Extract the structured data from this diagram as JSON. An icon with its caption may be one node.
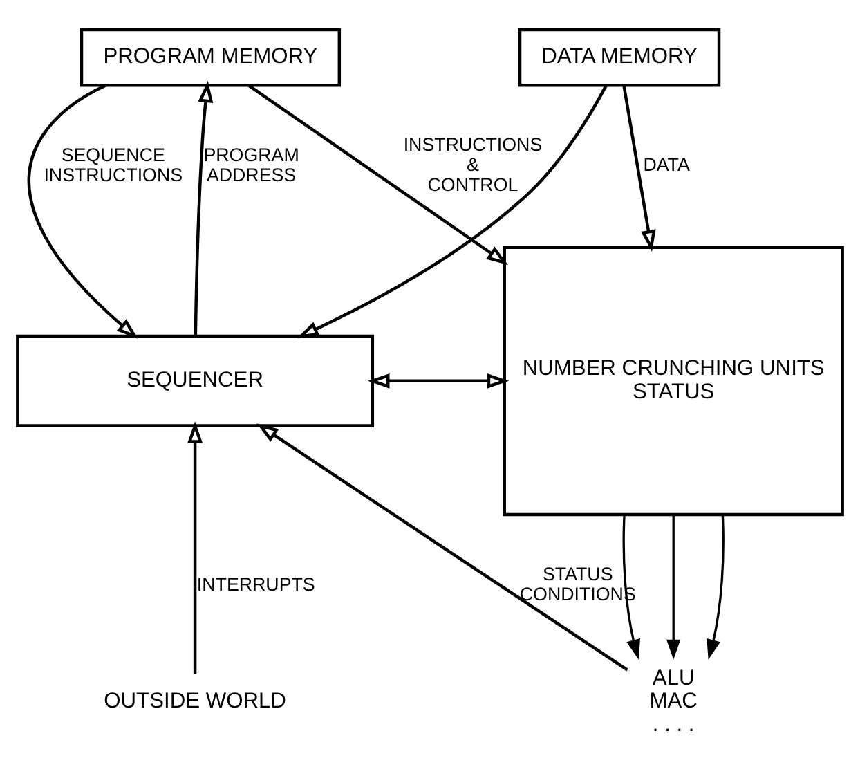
{
  "diagram": {
    "nodes": [
      {
        "text": [
          "PROGRAM MEMORY"
        ]
      },
      {
        "text": [
          "DATA MEMORY"
        ]
      },
      {
        "text": [
          "NUMBER CRUNCHING UNITS",
          "STATUS"
        ]
      },
      {
        "text": [
          "SEQUENCER"
        ]
      },
      {
        "text": [
          "OUTSIDE WORLD"
        ]
      },
      {
        "text": [
          "ALU",
          "MAC",
          ". . . ."
        ]
      }
    ],
    "edges": [
      {
        "from": 3,
        "to": 0,
        "arrow": "to",
        "label": "PROGRAM ADDRESS"
      },
      {
        "from": 0,
        "to": 3,
        "arrow": "to",
        "label": "SEQUENCE INSTRUCTIONS"
      },
      {
        "from": 0,
        "to": 2,
        "arrow": "to",
        "label": "INSTRUCTIONS & CONTROL"
      },
      {
        "from": 1,
        "to": 2,
        "arrow": "to",
        "label": "DATA"
      },
      {
        "from": 1,
        "to": 3,
        "arrow": "to"
      },
      {
        "from": 3,
        "to": 2,
        "arrow": "both"
      },
      {
        "from": 4,
        "to": 3,
        "arrow": "to",
        "label": "INTERRUPTS"
      },
      {
        "from": 5,
        "to": 3,
        "arrow": "to",
        "label": "STATUS CONDITIONS"
      },
      {
        "from": 2,
        "to": 5,
        "arrow": "to"
      },
      {
        "from": 2,
        "to": 5,
        "arrow": "to"
      },
      {
        "from": 2,
        "to": 5,
        "arrow": "to"
      }
    ]
  }
}
